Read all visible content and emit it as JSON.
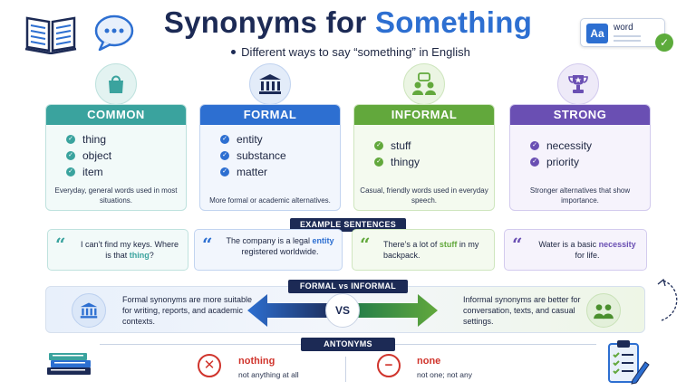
{
  "header": {
    "title_part1": "Synonyms for",
    "title_part2": "Something",
    "subtitle": "Different ways to say “something” in English"
  },
  "word_card": {
    "label": "word",
    "badge": "Aa"
  },
  "categories": [
    {
      "name": "COMMON",
      "color": "#3aa39e",
      "items": [
        "thing",
        "object",
        "item"
      ],
      "description": "Everyday, general words used in most situations."
    },
    {
      "name": "FORMAL",
      "color": "#2d6fd1",
      "items": [
        "entity",
        "substance",
        "matter"
      ],
      "description": "More formal or academic alternatives."
    },
    {
      "name": "INFORMAL",
      "color": "#62a83c",
      "items": [
        "stuff",
        "thingy"
      ],
      "description": "Casual, friendly words used in everyday speech."
    },
    {
      "name": "STRONG",
      "color": "#6a4fb3",
      "items": [
        "necessity",
        "priority"
      ],
      "description": "Stronger alternatives that show importance."
    }
  ],
  "examples": {
    "label": "EXAMPLE SENTENCES",
    "items": [
      {
        "before": "I can’t find my keys. Where is that ",
        "highlight": "thing",
        "after": "?",
        "color": "#3aa39e"
      },
      {
        "before": "The company is a legal ",
        "highlight": "entity",
        "after": " registered worldwide.",
        "color": "#2d6fd1"
      },
      {
        "before": "There’s a lot of ",
        "highlight": "stuff",
        "after": " in my backpack.",
        "color": "#62a83c"
      },
      {
        "before": "Water is a basic ",
        "highlight": "necessity",
        "after": " for life.",
        "color": "#6a4fb3"
      }
    ]
  },
  "comparison": {
    "label": "FORMAL vs INFORMAL",
    "formal_text": "Formal synonyms are more suitable for writing, reports, and academic contexts.",
    "informal_text": "Informal synonyms are better for conversation, texts, and casual settings.",
    "vs": "VS"
  },
  "antonyms": {
    "label": "ANTONYMS",
    "items": [
      {
        "word": "nothing",
        "definition": "not anything at all",
        "symbol": "✕"
      },
      {
        "word": "none",
        "definition": "not one; not any",
        "symbol": "−"
      }
    ]
  },
  "colors": {
    "navy": "#1c2a55",
    "blue_accent": "#2d6fd1",
    "red": "#d0342c"
  }
}
